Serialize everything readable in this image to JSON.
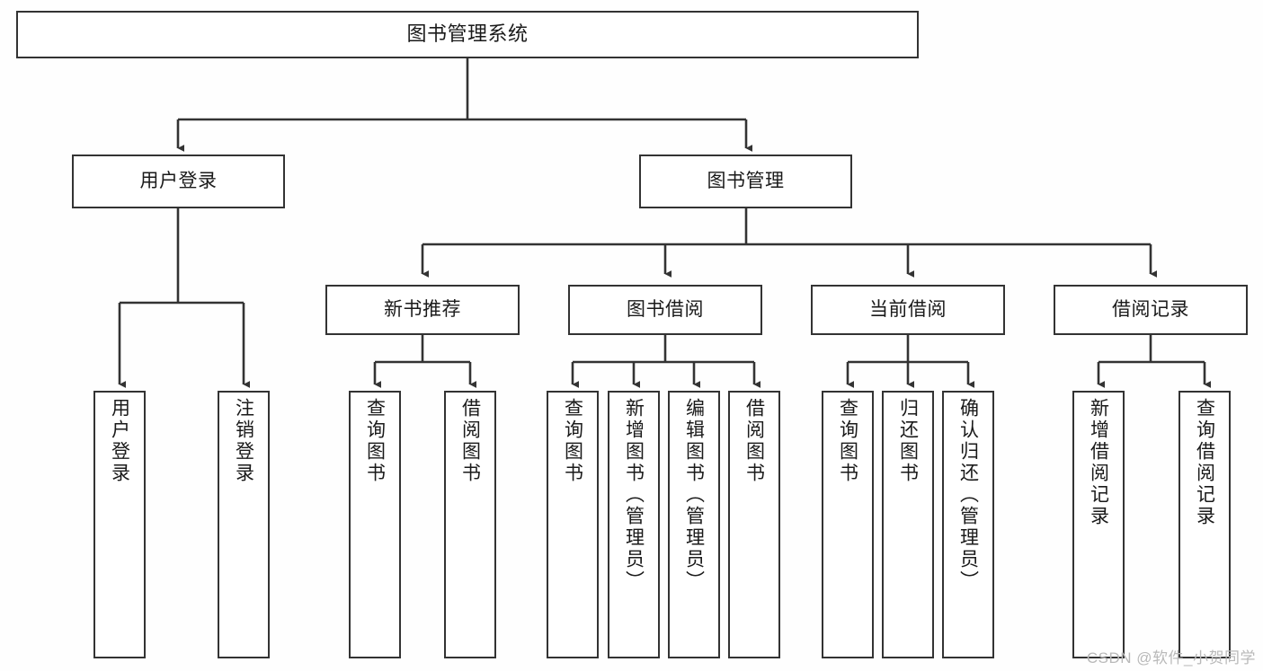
{
  "diagram": {
    "title": "图书管理系统",
    "type": "tree-hierarchy-diagram",
    "stroke_color": "#333333",
    "fill_color": "#ffffff",
    "background_color": "#fefefe",
    "text_color": "#1a1a1a"
  },
  "watermark": {
    "text": "CSDN @软件_小贺同学",
    "color": "#b9b9b9"
  },
  "nodes": {
    "root": {
      "label": "图书管理系统",
      "level": 0
    },
    "level1": [
      {
        "label": "用户登录",
        "level": 1
      },
      {
        "label": "图书管理",
        "level": 1
      }
    ],
    "level2": [
      {
        "label": "新书推荐",
        "level": 2
      },
      {
        "label": "图书借阅",
        "level": 2
      },
      {
        "label": "当前借阅",
        "level": 2
      },
      {
        "label": "借阅记录",
        "level": 2
      }
    ],
    "leaves_user_login": [
      {
        "label": "用户登录",
        "level": 2
      },
      {
        "label": "注销登录",
        "level": 2
      }
    ],
    "leaves_new_books": [
      {
        "label": "查询图书",
        "level": 3
      },
      {
        "label": "借阅图书",
        "level": 3
      }
    ],
    "leaves_borrow": [
      {
        "label": "查询图书",
        "level": 3
      },
      {
        "label": "新增图书（管理员）",
        "level": 3
      },
      {
        "label": "编辑图书（管理员）",
        "level": 3
      },
      {
        "label": "借阅图书",
        "level": 3
      }
    ],
    "leaves_current": [
      {
        "label": "查询图书",
        "level": 3
      },
      {
        "label": "归还图书",
        "level": 3
      },
      {
        "label": "确认归还（管理员）",
        "level": 3
      }
    ],
    "leaves_records": [
      {
        "label": "新增借阅记录",
        "level": 3
      },
      {
        "label": "查询借阅记录",
        "level": 3
      }
    ]
  }
}
